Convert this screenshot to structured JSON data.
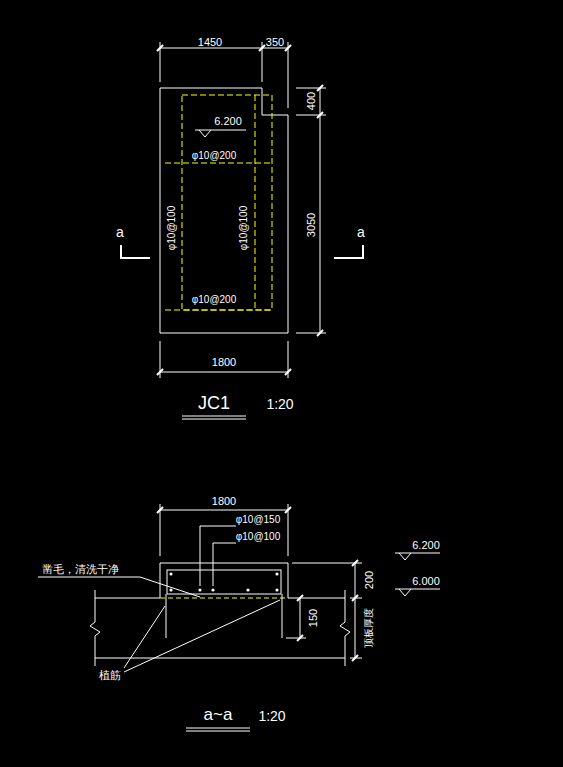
{
  "diagram": {
    "labels": [
      "1450",
      "350",
      "400",
      "6.200",
      "φ10@200",
      "φ10@100",
      "φ10@100",
      "3050",
      "a",
      "a",
      "φ10@200",
      "1800",
      "JC1",
      "1:20",
      "1800",
      "φ10@150",
      "φ10@100",
      "凿毛，清洗干净",
      "6.200",
      "6.000",
      "200",
      "150",
      "顶板厚度",
      "植筋",
      "a~a",
      "1:20"
    ]
  }
}
